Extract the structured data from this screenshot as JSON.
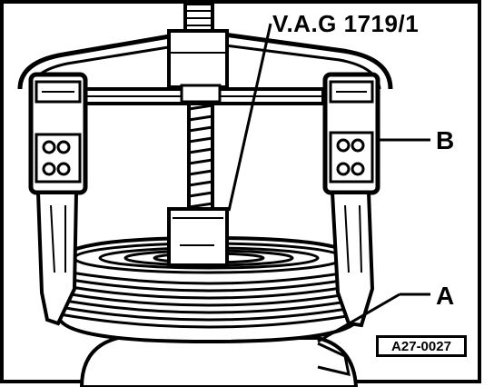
{
  "labels": {
    "tool": "V.A.G 1719/1",
    "part_b": "B",
    "part_a": "A"
  },
  "reference_code": "A27-0027",
  "colors": {
    "ink": "#000000",
    "paper": "#ffffff"
  }
}
